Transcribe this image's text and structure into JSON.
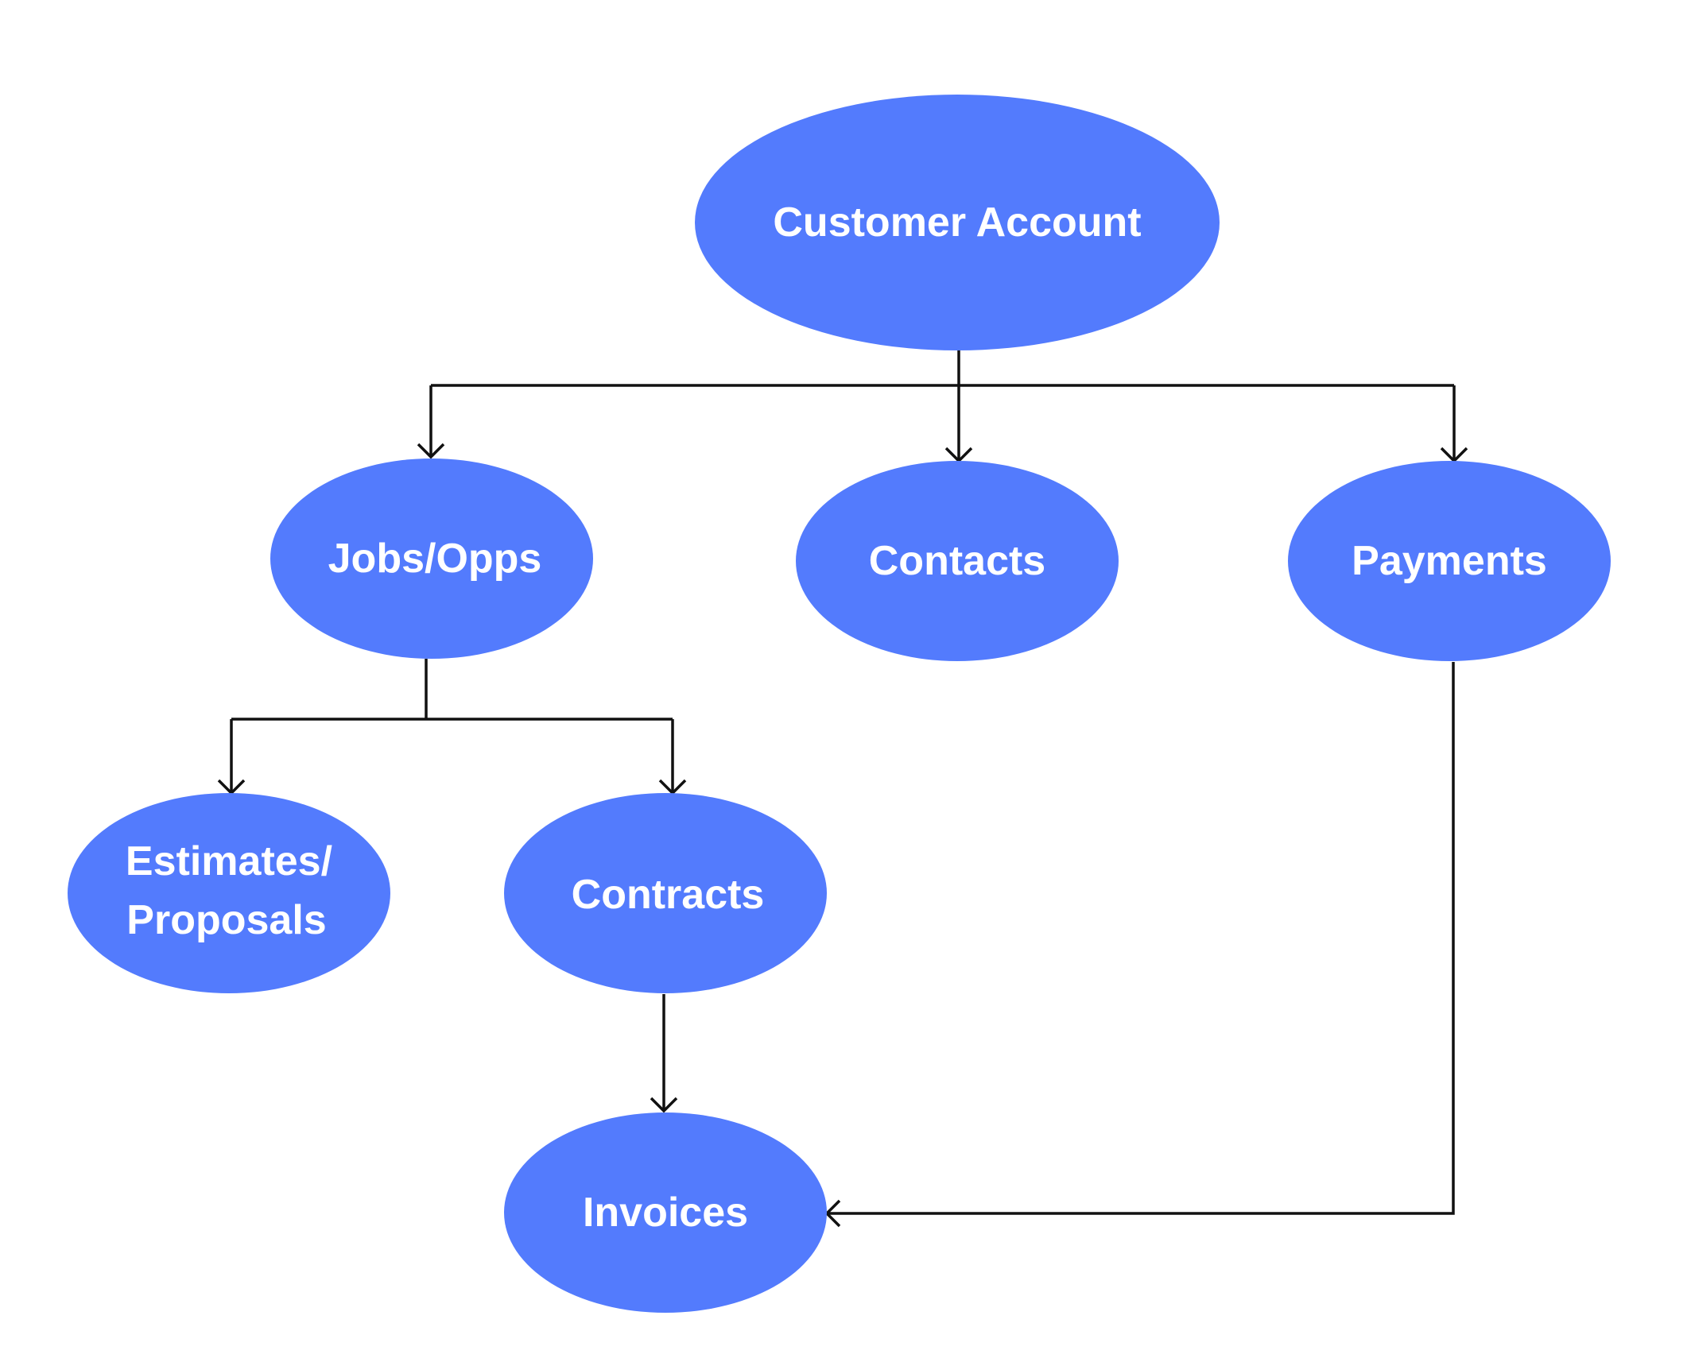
{
  "diagram": {
    "node_color": "#537bfd",
    "label_color": "#ffffff",
    "line_color": "#111111",
    "nodes": {
      "customer_account": {
        "label": "Customer Account"
      },
      "jobs_opps": {
        "label": "Jobs/Opps"
      },
      "contacts": {
        "label": "Contacts"
      },
      "payments": {
        "label": "Payments"
      },
      "estimates_proposals": {
        "line1": "Estimates/",
        "line2": "Proposals"
      },
      "contracts": {
        "label": "Contracts"
      },
      "invoices": {
        "label": "Invoices"
      }
    },
    "edges": [
      {
        "from": "Customer Account",
        "to": "Jobs/Opps"
      },
      {
        "from": "Customer Account",
        "to": "Contacts"
      },
      {
        "from": "Customer Account",
        "to": "Payments"
      },
      {
        "from": "Jobs/Opps",
        "to": "Estimates/ Proposals"
      },
      {
        "from": "Jobs/Opps",
        "to": "Contracts"
      },
      {
        "from": "Contracts",
        "to": "Invoices"
      },
      {
        "from": "Payments",
        "to": "Invoices"
      }
    ]
  }
}
